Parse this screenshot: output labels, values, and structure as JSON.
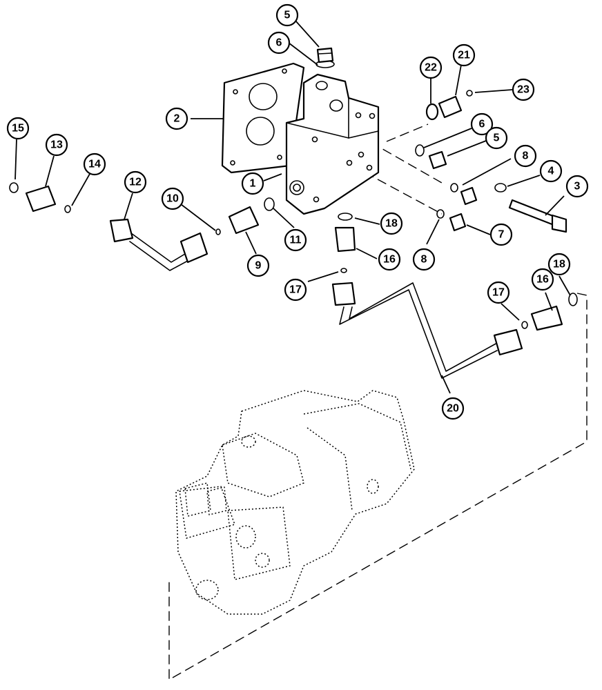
{
  "callouts": [
    {
      "id": "c5a",
      "label": "5"
    },
    {
      "id": "c6a",
      "label": "6"
    },
    {
      "id": "c22",
      "label": "22"
    },
    {
      "id": "c21",
      "label": "21"
    },
    {
      "id": "c23",
      "label": "23"
    },
    {
      "id": "c2",
      "label": "2"
    },
    {
      "id": "c6b",
      "label": "6"
    },
    {
      "id": "c5b",
      "label": "5"
    },
    {
      "id": "c8a",
      "label": "8"
    },
    {
      "id": "c4",
      "label": "4"
    },
    {
      "id": "c3",
      "label": "3"
    },
    {
      "id": "c15",
      "label": "15"
    },
    {
      "id": "c13",
      "label": "13"
    },
    {
      "id": "c14",
      "label": "14"
    },
    {
      "id": "c12",
      "label": "12"
    },
    {
      "id": "c1",
      "label": "1"
    },
    {
      "id": "c10",
      "label": "10"
    },
    {
      "id": "c11",
      "label": "11"
    },
    {
      "id": "c18a",
      "label": "18"
    },
    {
      "id": "c7",
      "label": "7"
    },
    {
      "id": "c9",
      "label": "9"
    },
    {
      "id": "c16a",
      "label": "16"
    },
    {
      "id": "c8b",
      "label": "8"
    },
    {
      "id": "c17a",
      "label": "17"
    },
    {
      "id": "c17b",
      "label": "17"
    },
    {
      "id": "c16b",
      "label": "16"
    },
    {
      "id": "c18b",
      "label": "18"
    },
    {
      "id": "c20",
      "label": "20"
    }
  ]
}
